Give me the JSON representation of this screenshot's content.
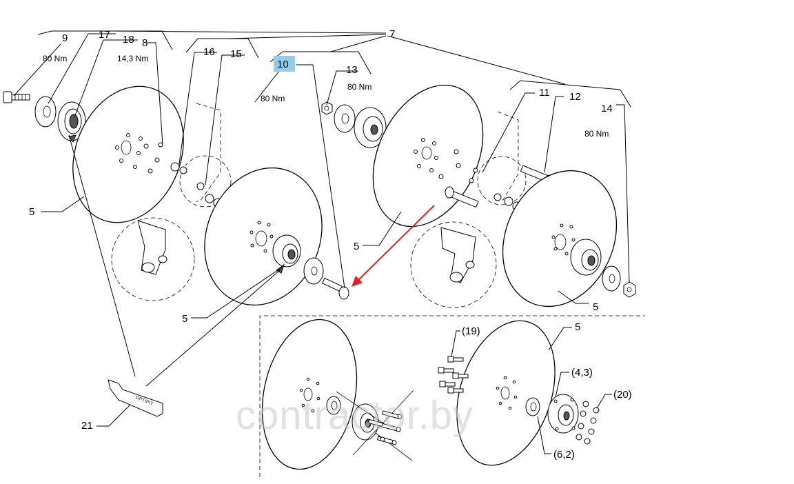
{
  "callouts": {
    "c1": "7",
    "c2": "9",
    "c3": "17",
    "c4": "18",
    "c5": "8",
    "c6": "16",
    "c7": "15",
    "c8": "10",
    "c9": "13",
    "c10": "11",
    "c11": "12",
    "c12": "14",
    "c13": "5",
    "c14": "5",
    "c15": "5",
    "c16": "5",
    "c17": "5",
    "c18": "21",
    "c19": "(19)",
    "c20": "(4,3)",
    "c21": "(20)",
    "c22": "(6,2)"
  },
  "torques": {
    "t9": "80 Nm",
    "t8": "14,3 Nm",
    "t10": "80 Nm",
    "t13": "80 Nm",
    "t14": "80 Nm"
  },
  "tube_label": "OPTIPIT",
  "watermark": "contractor.by",
  "colors": {
    "highlight": "#8ecff0",
    "arrow": "#e02020",
    "line": "#000000",
    "watermark": "#c8c8c8"
  }
}
